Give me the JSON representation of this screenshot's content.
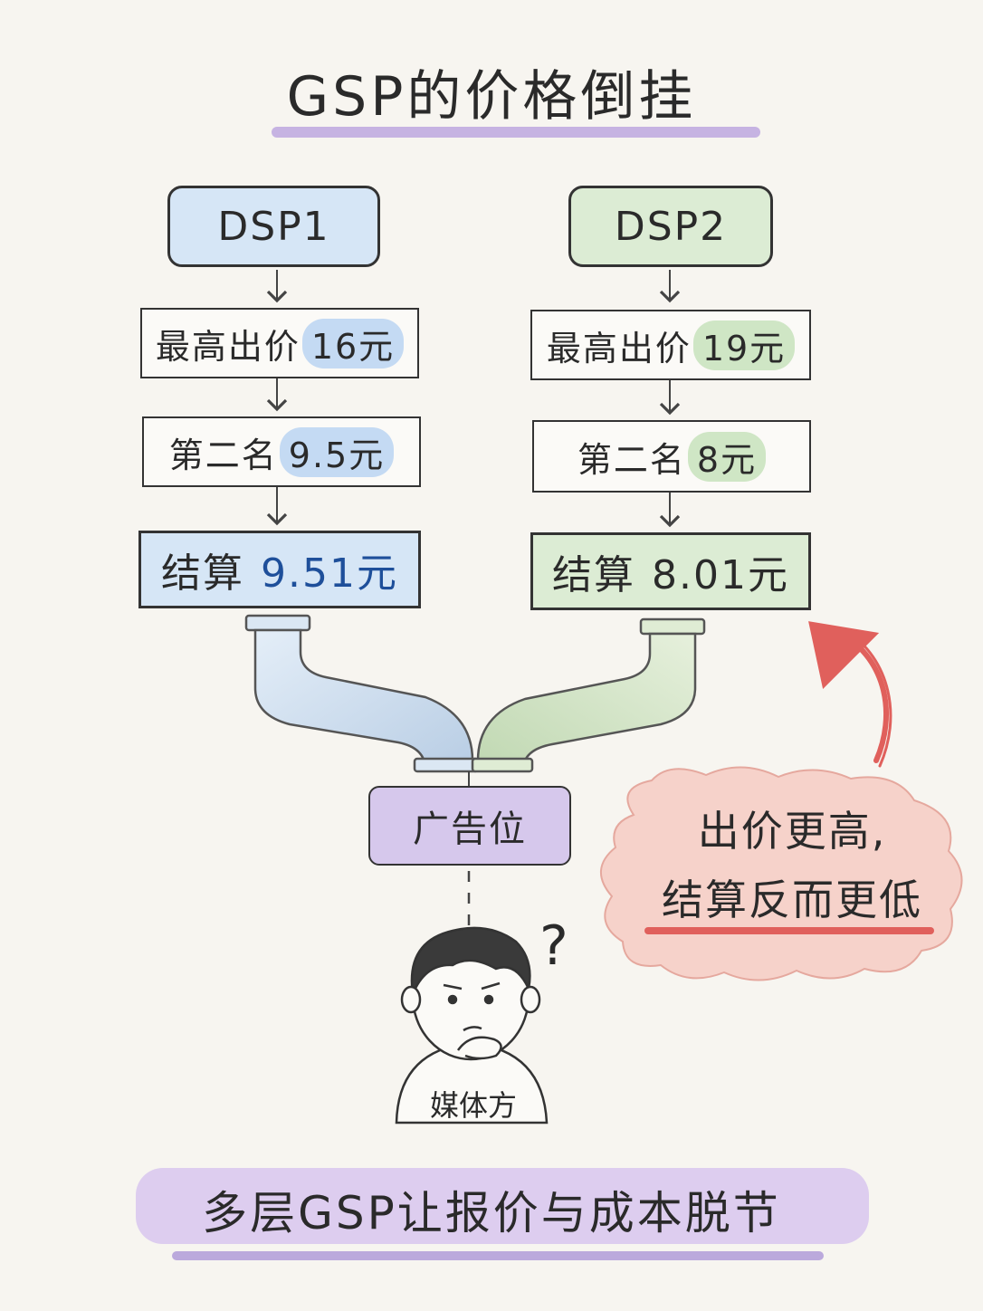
{
  "title": "GSP的价格倒挂",
  "dsp1": {
    "name": "DSP1",
    "bid_label": "最高出价",
    "bid_value": "16元",
    "second_label": "第二名",
    "second_value": "9.5元",
    "settle_label": "结算",
    "settle_value": "9.51元"
  },
  "dsp2": {
    "name": "DSP2",
    "bid_label": "最高出价",
    "bid_value": "19元",
    "second_label": "第二名",
    "second_value": "8元",
    "settle_label": "结算",
    "settle_value": "8.01元"
  },
  "ad_slot": "广告位",
  "callout": {
    "line1": "出价更高,",
    "line2": "结算反而更低"
  },
  "media": {
    "label": "媒体方",
    "question_mark": "?"
  },
  "conclusion": "多层GSP让报价与成本脱节",
  "colors": {
    "dsp1_fill": "#d6e6f6",
    "dsp2_fill": "#dcecd4",
    "ad_slot_fill": "#d6c8ec",
    "callout_fill": "#f6cfc6",
    "arrow_red": "#e0605c",
    "accent_purple": "#b9a3df"
  }
}
